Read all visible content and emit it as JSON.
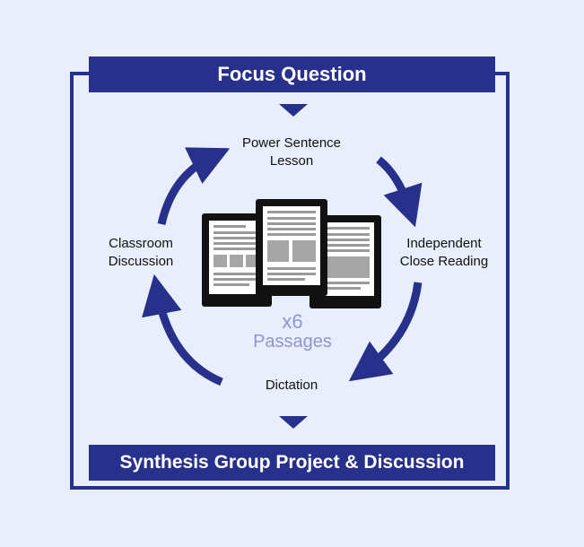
{
  "colors": {
    "primary": "#27308a",
    "accent": "#8e95d2",
    "background": "#e8eefb"
  },
  "focus_question": "Focus Question",
  "steps": {
    "power_line1": "Power Sentence",
    "power_line2": "Lesson",
    "independent_line1": "Independent",
    "independent_line2": "Close Reading",
    "dictation": "Dictation",
    "classroom_line1": "Classroom",
    "classroom_line2": "Discussion"
  },
  "passages": {
    "count": "x6",
    "label": "Passages"
  },
  "synthesis": "Synthesis Group Project & Discussion",
  "icons": [
    "down-triangle-icon",
    "cycle-arrow-icon",
    "document-icon"
  ]
}
